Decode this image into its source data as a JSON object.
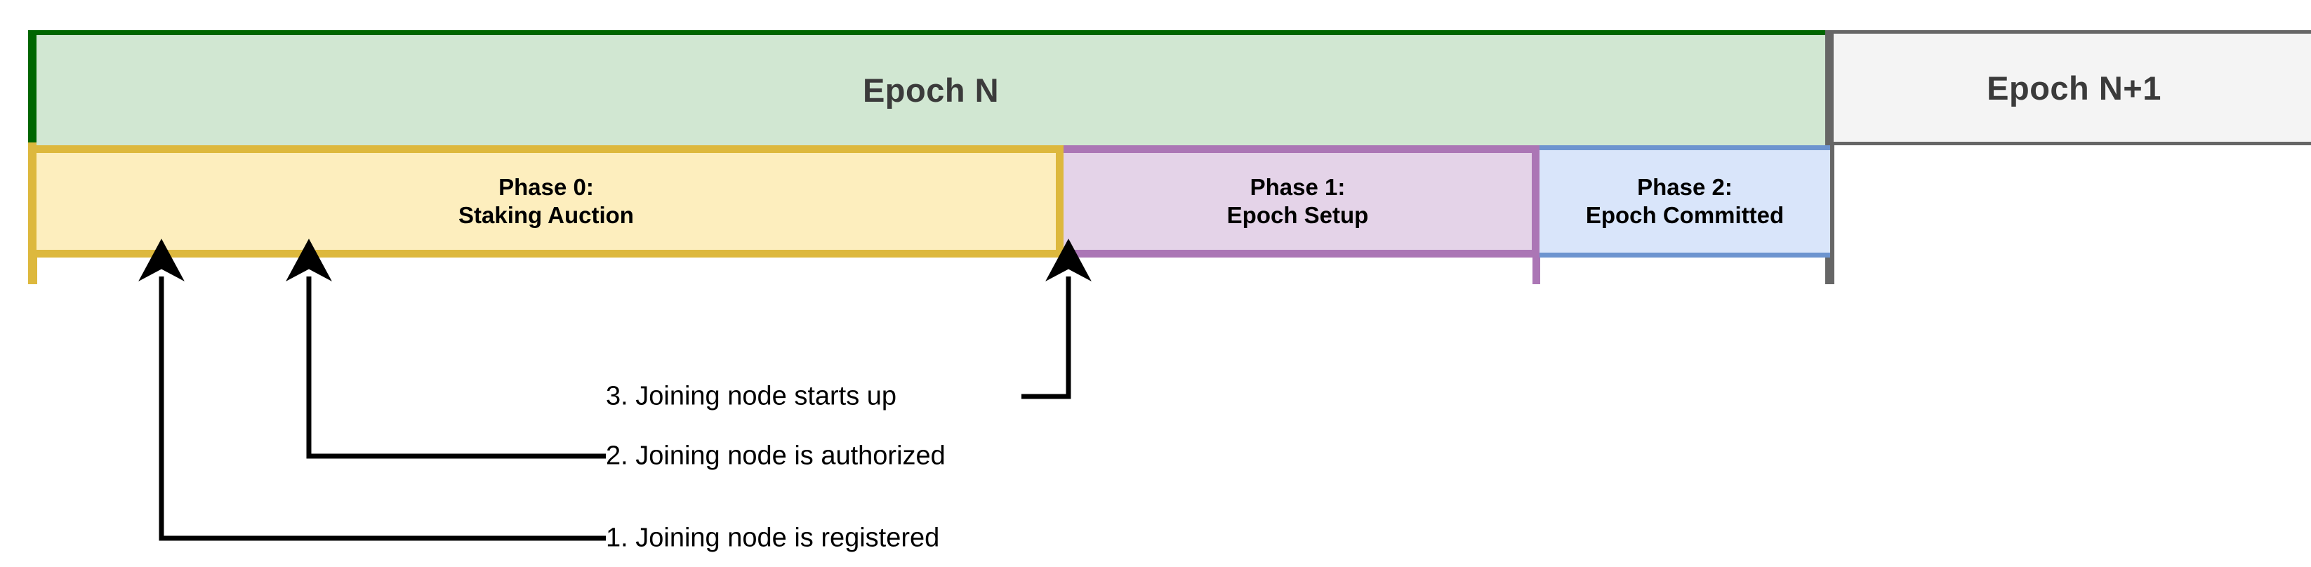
{
  "diagram": {
    "title_epoch_current": "Epoch N",
    "title_epoch_next": "Epoch N+1",
    "phases": [
      {
        "name": "phase-0",
        "line1": "Phase 0:",
        "line2": "Staking Auction",
        "fill": "#fdeebe",
        "stroke": "#ddb83d"
      },
      {
        "name": "phase-1",
        "line1": "Phase 1:",
        "line2": "Epoch Setup",
        "fill": "#e4d3e8",
        "stroke": "#ab76b5"
      },
      {
        "name": "phase-2",
        "line1": "Phase 2:",
        "line2": "Epoch Committed",
        "fill": "#d9e5fa",
        "stroke": "#6d94cf"
      }
    ],
    "epoch_current_fill": "#d1e7d2",
    "epoch_current_stroke": "#006600",
    "epoch_next_fill": "#f4f4f4",
    "epoch_next_stroke": "#666666",
    "callouts": [
      {
        "id": "callout-3",
        "text": "3. Joining node starts up"
      },
      {
        "id": "callout-2",
        "text": "2. Joining node is authorized"
      },
      {
        "id": "callout-1",
        "text": "1. Joining node is registered"
      }
    ]
  }
}
